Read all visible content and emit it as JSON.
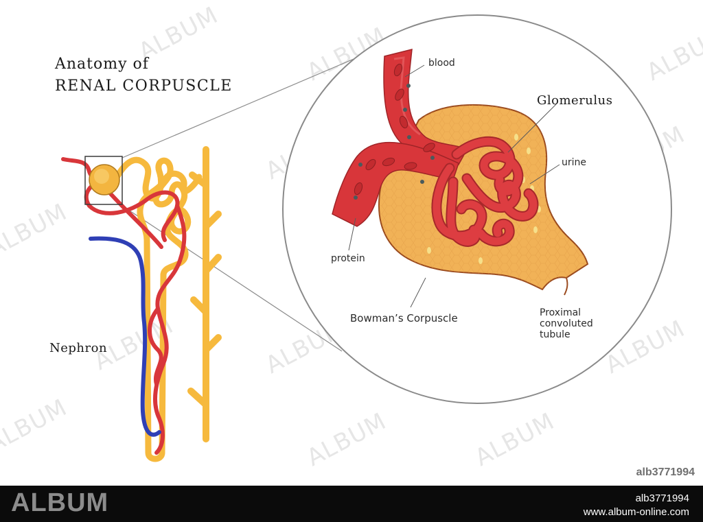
{
  "diagram": {
    "title_line1": "Anatomy of",
    "title_line2": "RENAL CORPUSCLE",
    "nephron_label": "Nephron",
    "labels": {
      "blood": "blood",
      "glomerulus": "Glomerulus",
      "urine": "urine",
      "protein": "protein",
      "bowmans": "Bowman’s Corpuscle",
      "proximal_line1": "Proximal",
      "proximal_line2": "convoluted",
      "proximal_line3": "tubule"
    }
  },
  "watermark": {
    "text": "ALBUM"
  },
  "image_id": "alb3771994",
  "footer": {
    "brand": "ALBUM",
    "id": "alb3771994",
    "url": "www.album-online.com"
  },
  "colors": {
    "vessel_red": "#d8363a",
    "vessel_dark": "#b22a2e",
    "vein_blue": "#2f3fb5",
    "tubule_yellow": "#f6b93d",
    "capsule_fill": "#f1b257",
    "capsule_edge": "#9a4a1e"
  }
}
